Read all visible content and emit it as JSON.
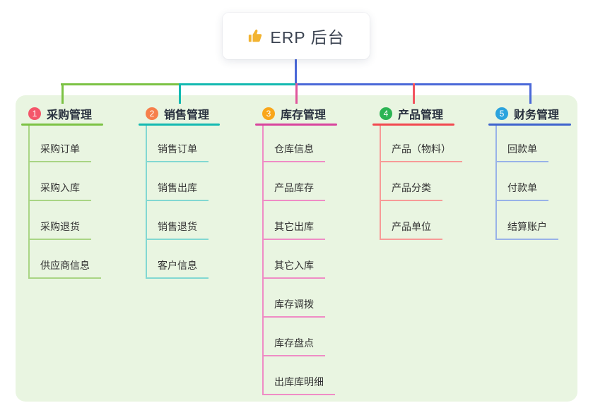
{
  "canvas": {
    "background": "#ffffff",
    "panel_color": "#e9f5e1"
  },
  "root": {
    "label": "ERP 后台",
    "icon": "thumbs-up",
    "icon_color": "#f2b331",
    "text_color": "#3b4351"
  },
  "connector": {
    "root_line_color": "#4a68d8",
    "segment_colors": [
      "#7cc244",
      "#13b9b1",
      "#4a68d8"
    ]
  },
  "branches": [
    {
      "number": "1",
      "label": "采购管理",
      "badge_color": "#f4566a",
      "line_color": "#7cc244",
      "drop_color": "#7cc244",
      "child_line_color": "#a9d584",
      "children": [
        "采购订单",
        "采购入库",
        "采购退货",
        "供应商信息"
      ]
    },
    {
      "number": "2",
      "label": "销售管理",
      "badge_color": "#f67f4b",
      "line_color": "#13b9b1",
      "drop_color": "#13b9b1",
      "child_line_color": "#82d8d2",
      "children": [
        "销售订单",
        "销售出库",
        "销售退货",
        "客户信息"
      ]
    },
    {
      "number": "3",
      "label": "库存管理",
      "badge_color": "#f9a61a",
      "line_color": "#d8449d",
      "drop_color": "#e0559c",
      "child_line_color": "#ef8cc5",
      "children": [
        "仓库信息",
        "产品库存",
        "其它出库",
        "其它入库",
        "库存调拨",
        "库存盘点",
        "出库库明细"
      ]
    },
    {
      "number": "4",
      "label": "产品管理",
      "badge_color": "#2cb454",
      "line_color": "#f2484f",
      "drop_color": "#f25560",
      "child_line_color": "#f79a97",
      "children": [
        "产品（物料）",
        "产品分类",
        "产品单位"
      ]
    },
    {
      "number": "5",
      "label": "财务管理",
      "badge_color": "#2ba3dd",
      "line_color": "#3e63cd",
      "drop_color": "#4a68d8",
      "child_line_color": "#98b2e8",
      "children": [
        "回款单",
        "付款单",
        "结算账户"
      ]
    }
  ]
}
